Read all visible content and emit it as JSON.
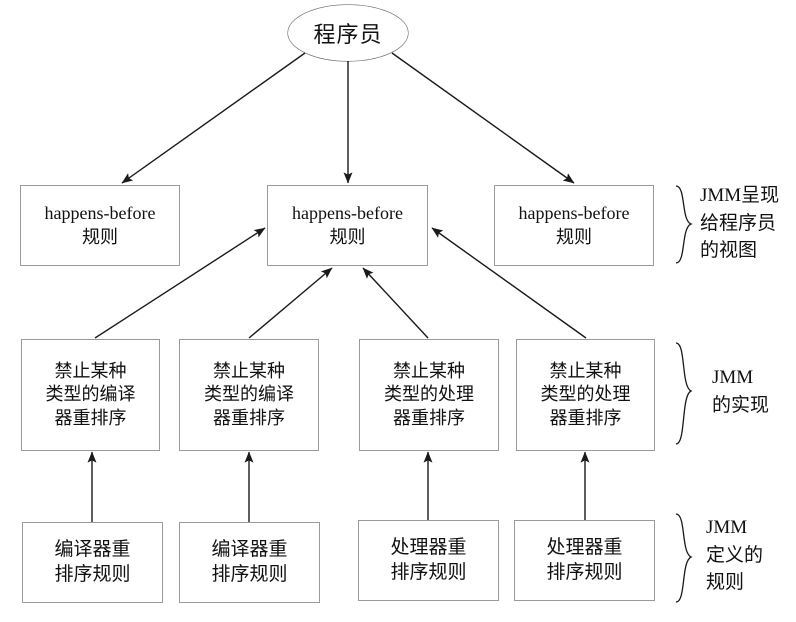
{
  "diagram": {
    "title_node": {
      "label": "程序员"
    },
    "rows": {
      "happens_before": [
        {
          "label": "happens-before\n规则"
        },
        {
          "label": "happens-before\n规则"
        },
        {
          "label": "happens-before\n规则"
        }
      ],
      "implementation": [
        {
          "label": "禁止某种\n类型的编译\n器重排序"
        },
        {
          "label": "禁止某种\n类型的编译\n器重排序"
        },
        {
          "label": "禁止某种\n类型的处理\n器重排序"
        },
        {
          "label": "禁止某种\n类型的处理\n器重排序"
        }
      ],
      "rules": [
        {
          "label": "编译器重\n排序规则"
        },
        {
          "label": "编译器重\n排序规则"
        },
        {
          "label": "处理器重\n排序规则"
        },
        {
          "label": "处理器重\n排序规则"
        }
      ]
    },
    "annotations": [
      {
        "label": "JMM呈现\n给程序员\n的视图"
      },
      {
        "label": "JMM\n的实现"
      },
      {
        "label": "JMM\n定义的\n规则"
      }
    ],
    "colors": {
      "box_border": "#9a9a9a",
      "ellipse_border": "#6b6b6b",
      "edge": "#1a1a1a",
      "text": "#111111",
      "background": "#ffffff"
    }
  }
}
